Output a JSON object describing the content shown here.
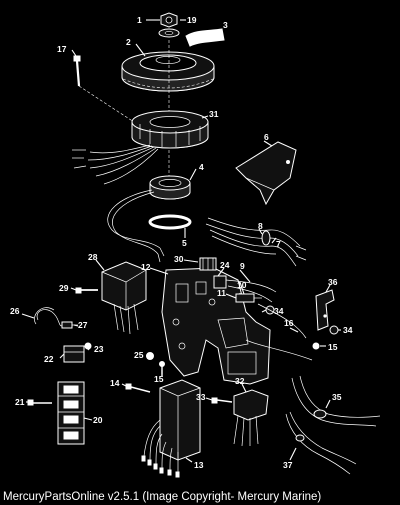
{
  "caption": "MercuryPartsOnline v2.5.1 (Image Copyright- Mercury Marine)",
  "callouts": [
    "1",
    "19",
    "3",
    "2",
    "17",
    "31",
    "4",
    "6",
    "5",
    "8",
    "7",
    "30",
    "12",
    "28",
    "24",
    "9",
    "10",
    "11",
    "29",
    "36",
    "27",
    "26",
    "34",
    "23",
    "16",
    "34",
    "15",
    "22",
    "25",
    "15",
    "21",
    "14",
    "20",
    "32",
    "35",
    "33",
    "13",
    "37"
  ]
}
